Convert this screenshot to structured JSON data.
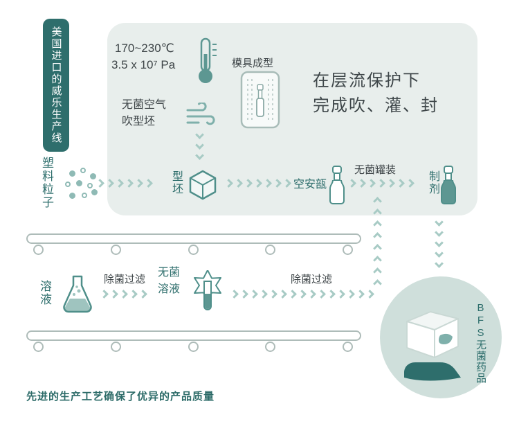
{
  "colors": {
    "teal_dark": "#2e6e6c",
    "teal_mid": "#4f8f8a",
    "chevron": "#a8cbc5",
    "panel_bg": "#e8eeec",
    "circle_bg": "#cfdfdb",
    "text_gray": "#3d4447"
  },
  "header": {
    "production_line_label": "美国进口的威乐生产线"
  },
  "process_panel": {
    "temperature": "170~230℃",
    "pressure": "3.5 x 10⁷ Pa",
    "mold_forming_label": "模具成型",
    "sterile_air_line1": "无菌空气",
    "sterile_air_line2": "吹型坯",
    "laminar_flow_line1": "在层流保护下",
    "laminar_flow_line2": "完成吹、灌、封",
    "parison_label": "型坯",
    "empty_ampoule_label": "空安瓿",
    "sterile_filling_label": "无菌罐装",
    "preparation_label": "制剂"
  },
  "inputs": {
    "plastic_particles_label": "塑料粒子",
    "solution_label": "溶液"
  },
  "solution_flow": {
    "filtration_label_1": "除菌过滤",
    "sterile_solution_label": "无菌溶液",
    "filtration_label_2": "除菌过滤"
  },
  "product": {
    "label": "BFS无菌药品"
  },
  "footer": {
    "caption": "先进的生产工艺确保了优异的产品质量"
  }
}
